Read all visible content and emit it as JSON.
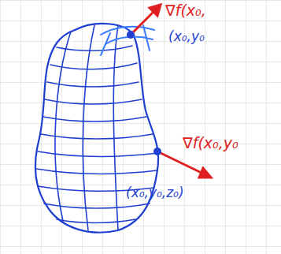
{
  "diagram": {
    "labels": [
      "∇f(x₀,",
      "(x₀,y₀",
      "∇f(x₀,y₀",
      "(x₀,y₀,z₀)"
    ]
  }
}
